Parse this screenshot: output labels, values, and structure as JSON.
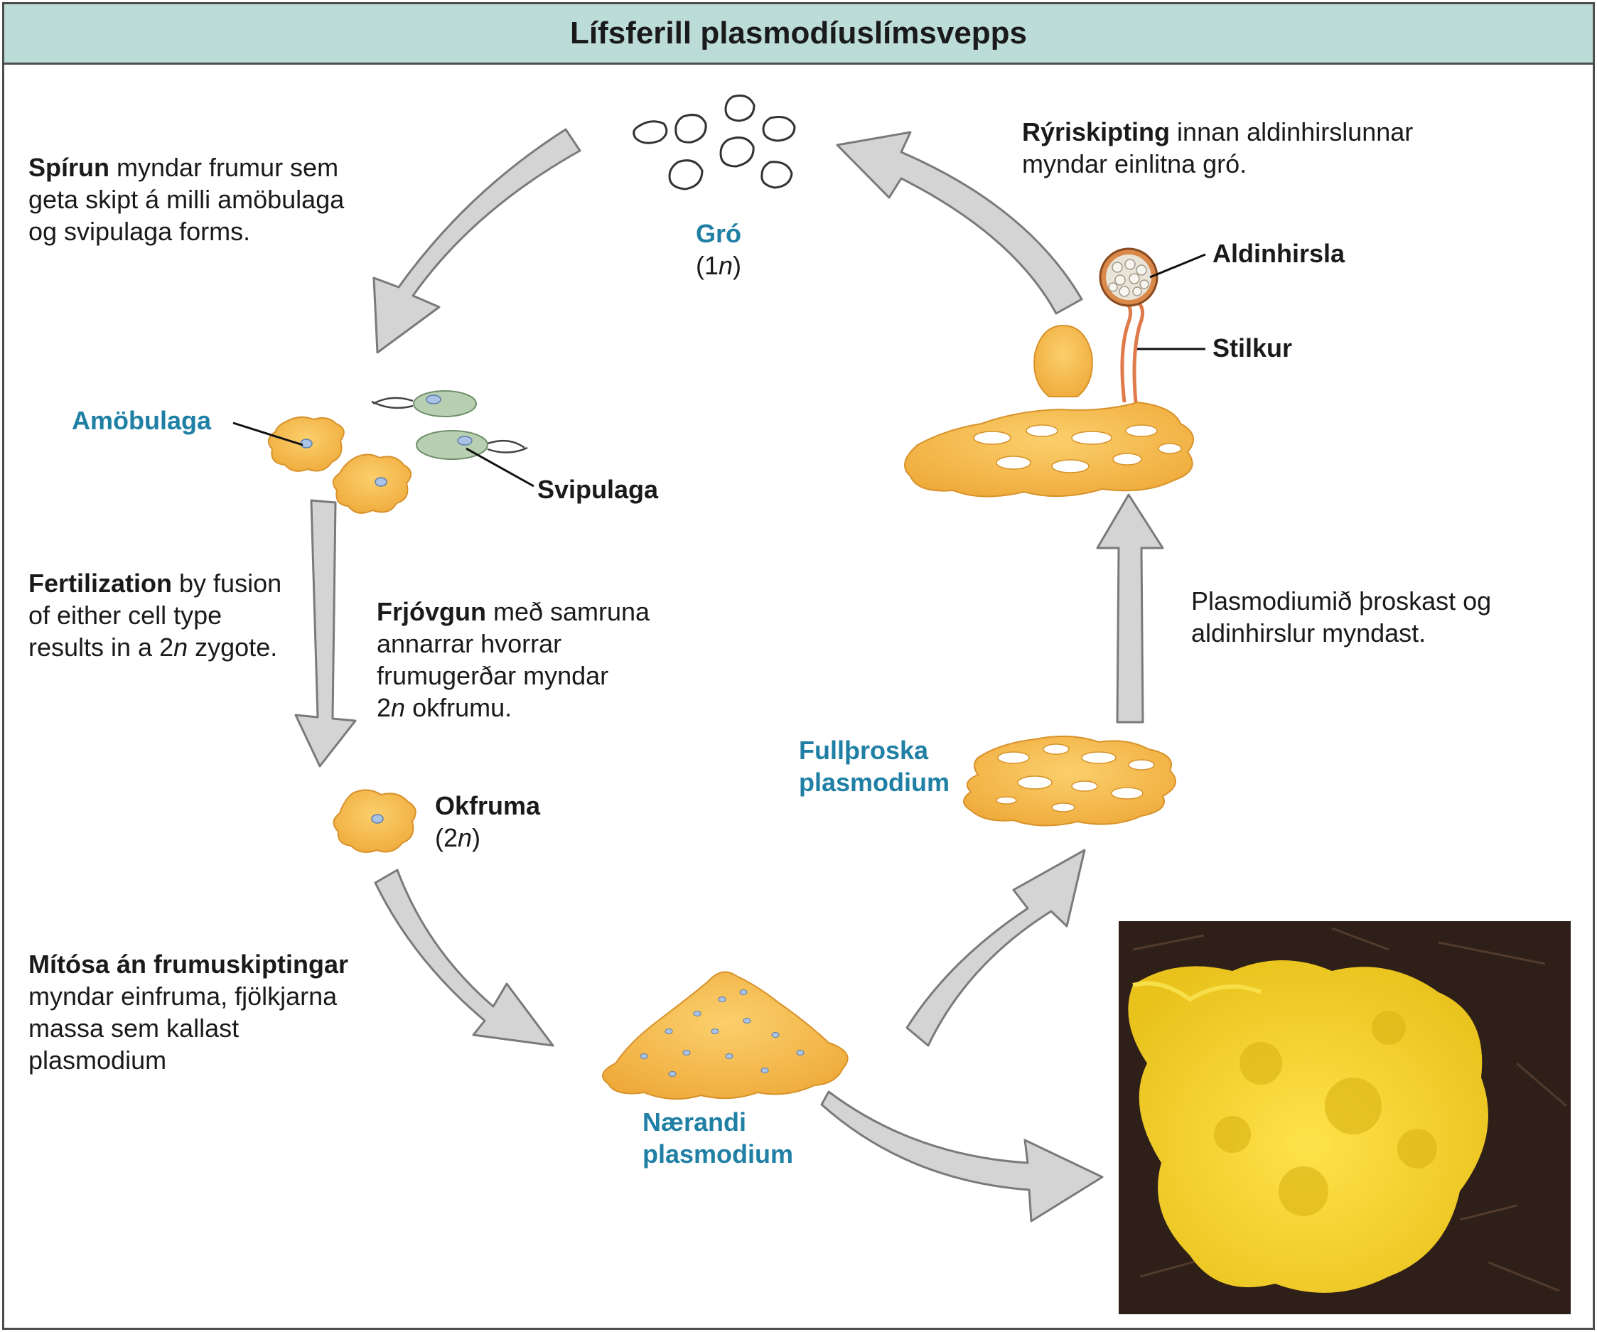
{
  "title": "Lífsferill plasmodíuslímsvepps",
  "labels": {
    "gro": "Gró",
    "gro_ploidy_pre": "(1",
    "gro_ploidy_n": "n",
    "gro_ploidy_post": ")",
    "amobulaga": "Amöbulaga",
    "svipulaga": "Svipulaga",
    "okfruma": "Okfruma",
    "okfruma_ploidy_pre": "(2",
    "okfruma_ploidy_n": "n",
    "okfruma_ploidy_post": ")",
    "fullthroska_1": "Fullþroska",
    "fullthroska_2": "plasmodium",
    "naerandi_1": "Nærandi",
    "naerandi_2": "plasmodium",
    "aldinhirsla": "Aldinhirsla",
    "stilkur": "Stilkur"
  },
  "captions": {
    "spirun_bold": "Spírun",
    "spirun_l1": " myndar frumur sem",
    "spirun_l2": "geta skipt á milli amöbulaga",
    "spirun_l3": "og svipulaga forms.",
    "ryri_bold": "Rýriskipting",
    "ryri_l1": " innan aldinhirslunnar",
    "ryri_l2": "myndar einlitna gró.",
    "fert_bold": "Fertilization",
    "fert_l1": " by fusion",
    "fert_l2": "of either cell type",
    "fert_l3_pre": "results in a 2",
    "fert_l3_n": "n",
    "fert_l3_post": " zygote.",
    "frjo_bold": "Frjóvgun",
    "frjo_l1": " með samruna",
    "frjo_l2": "annarrar hvorrar",
    "frjo_l3": "frumugerðar myndar",
    "frjo_l4_pre": "2",
    "frjo_l4_n": "n",
    "frjo_l4_post": " okfrumu.",
    "plas_l1": "Plasmodiumið þroskast og",
    "plas_l2": "aldinhirslur myndast.",
    "mito_bold": "Mítósa án frumuskiptingar",
    "mito_l2": "myndar einfruma, fjölkjarna",
    "mito_l3": "massa sem kallast",
    "mito_l4": "plasmodium"
  },
  "colors": {
    "title_bg": "#bcdcd8",
    "teal_label": "#1f7fa4",
    "arrow_fill": "#d4d4d4",
    "arrow_stroke": "#7a7a7a",
    "plasmodium": "#f5b84a",
    "flagellate": "#b9cfb2",
    "stalk": "#e07a4a",
    "photo_bg": "#2e1f18",
    "photo_yellow": "#f2d024"
  }
}
